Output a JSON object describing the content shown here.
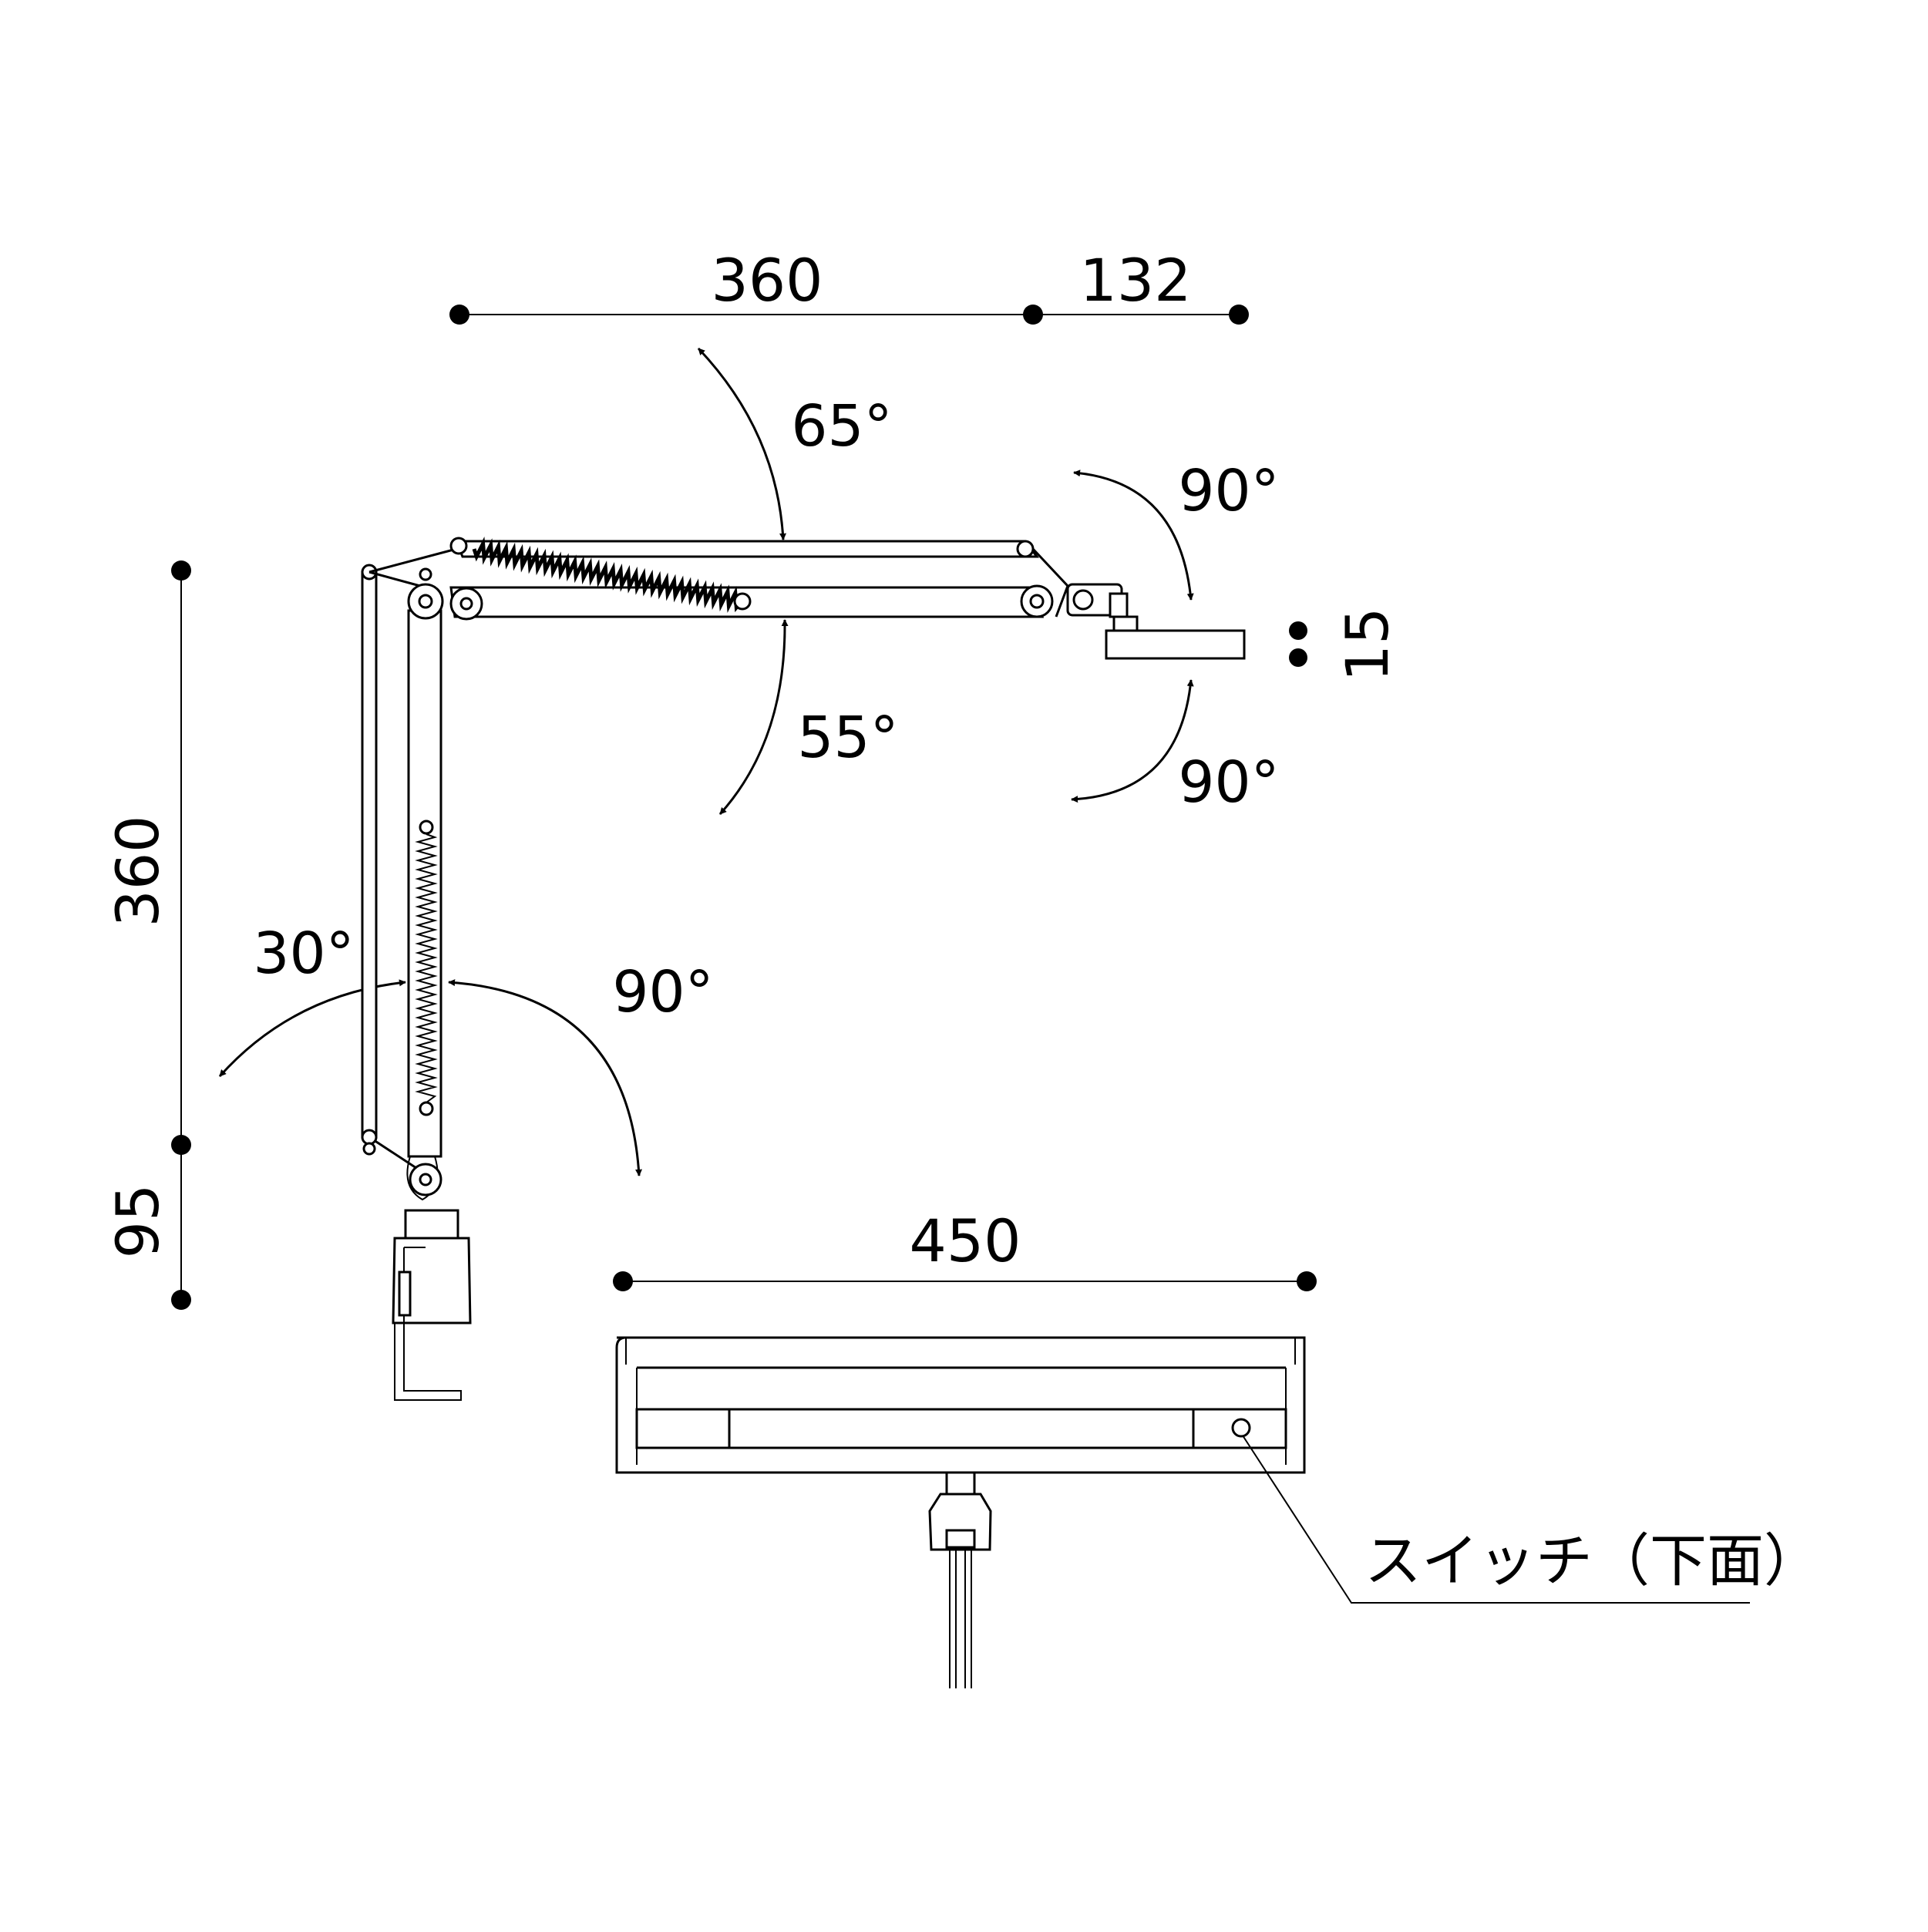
{
  "dimensions": {
    "arm_upper_length": "360",
    "head_offset": "132",
    "head_thickness": "15",
    "pole_height": "360",
    "clamp_height": "95",
    "head_width": "450"
  },
  "angles": {
    "arm_up": "65°",
    "arm_down": "55°",
    "head_up": "90°",
    "head_down": "90°",
    "pole_back": "30°",
    "pole_forward": "90°"
  },
  "labels": {
    "switch": "スイッチ（下面）"
  },
  "colors": {
    "line": "#000000",
    "background": "#ffffff"
  }
}
